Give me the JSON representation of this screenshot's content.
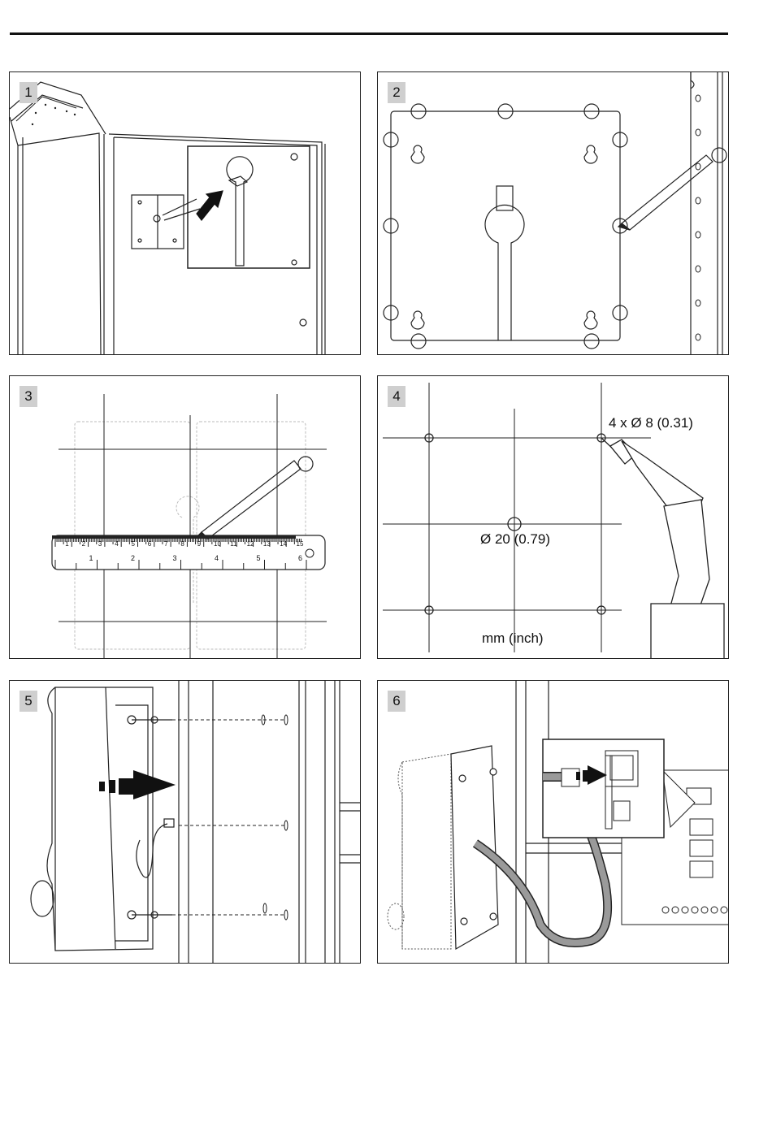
{
  "steps": [
    {
      "number": "1"
    },
    {
      "number": "2"
    },
    {
      "number": "3"
    },
    {
      "number": "4",
      "labels": {
        "hole_spec": "4 x Ø 8 (0.31)",
        "center_hole": "Ø 20 (0.79)",
        "units": "mm (inch)"
      }
    },
    {
      "number": "5"
    },
    {
      "number": "6"
    }
  ],
  "ruler": {
    "cm_labels": [
      "1",
      "2",
      "3",
      "4",
      "5",
      "6",
      "7",
      "8",
      "9",
      "10",
      "11",
      "12",
      "13",
      "14",
      "15"
    ],
    "inch_labels": [
      "1",
      "2",
      "3",
      "4",
      "5",
      "6"
    ]
  }
}
